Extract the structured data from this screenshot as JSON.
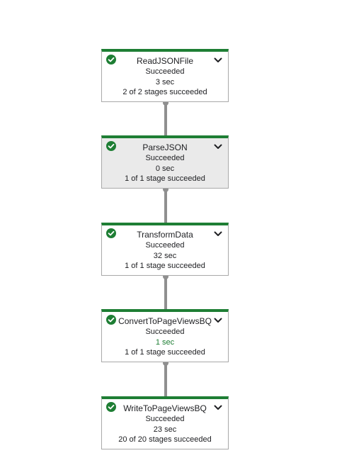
{
  "colors": {
    "success": "#1e7e34",
    "connector": "#8f8f8f",
    "border": "#a9a9a9",
    "selected_bg": "#eaeaea"
  },
  "nodes": [
    {
      "title": "ReadJSONFile",
      "status": "Succeeded",
      "duration": "3 sec",
      "stages": "2 of 2 stages succeeded",
      "icon": "check-circle-icon",
      "selected": false
    },
    {
      "title": "ParseJSON",
      "status": "Succeeded",
      "duration": "0 sec",
      "stages": "1 of 1 stage succeeded",
      "icon": "check-circle-icon",
      "selected": true
    },
    {
      "title": "TransformData",
      "status": "Succeeded",
      "duration": "32 sec",
      "stages": "1 of 1 stage succeeded",
      "icon": "check-circle-icon",
      "selected": false
    },
    {
      "title": "ConvertToPageViewsBQ",
      "status": "Succeeded",
      "duration": "1 sec",
      "stages": "1 of 1 stage succeeded",
      "icon": "check-circle-icon",
      "selected": false
    },
    {
      "title": "WriteToPageViewsBQ",
      "status": "Succeeded",
      "duration": "23 sec",
      "stages": "20 of 20 stages succeeded",
      "icon": "check-circle-icon",
      "selected": false
    }
  ]
}
